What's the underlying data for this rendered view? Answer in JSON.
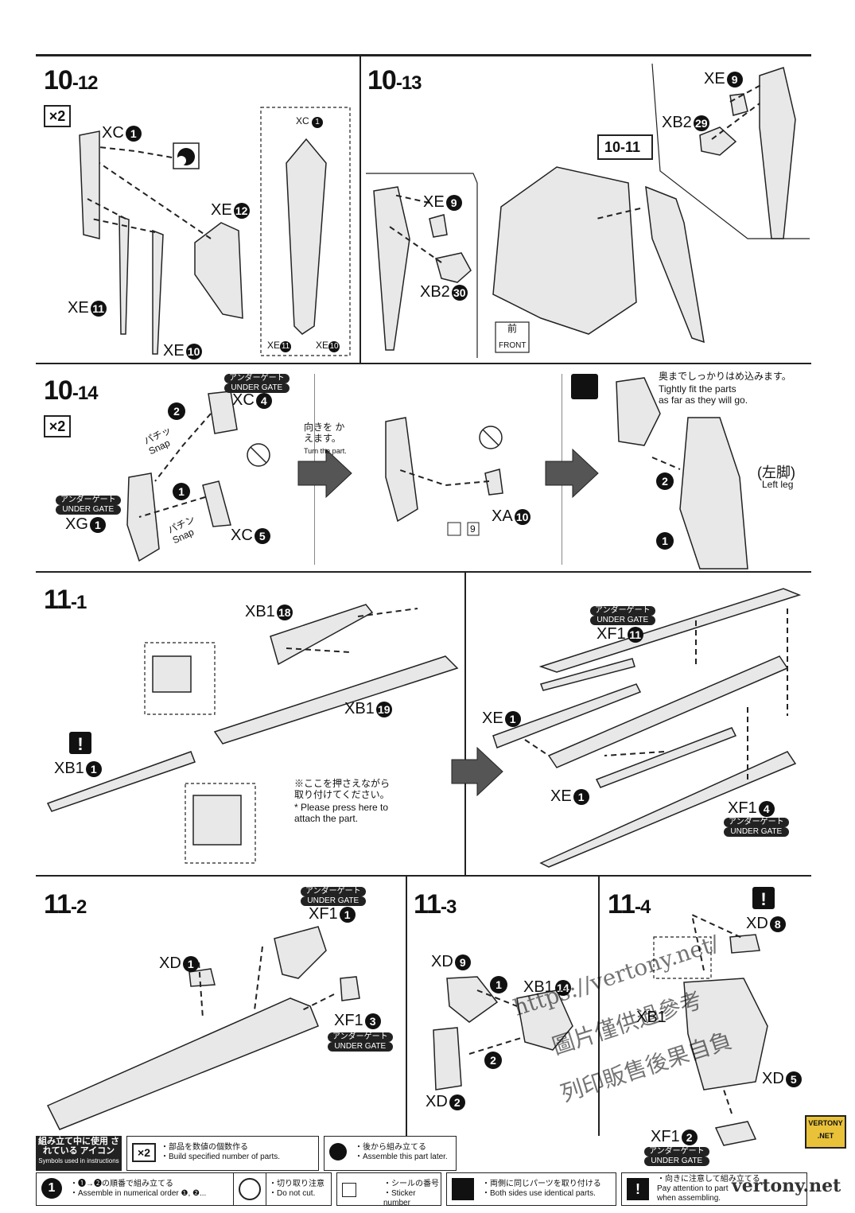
{
  "steps": {
    "s10_12": {
      "num": "10",
      "sub": "-12",
      "mult": "×2",
      "labels": {
        "xc1": "XC",
        "xe12": "XE",
        "xe11": "XE",
        "xe10": "XE",
        "inset_xc1": "XC",
        "inset_xe11": "XE",
        "inset_xe10": "XE"
      },
      "nums": {
        "xc1": "1",
        "xe12": "12",
        "xe11": "11",
        "xe10": "10"
      }
    },
    "s10_13": {
      "num": "10",
      "sub": "-13",
      "labels": {
        "xe9a": "XE",
        "xb230": "XB2",
        "xe9b": "XE",
        "xb229": "XB2",
        "ref": "10-11",
        "front_jp": "前",
        "front_en": "FRONT"
      },
      "nums": {
        "xe9": "9",
        "xb230": "30",
        "xb229": "29"
      }
    },
    "s10_14": {
      "num": "10",
      "sub": "-14",
      "mult": "×2",
      "labels": {
        "xc4": "XC",
        "xg1": "XG",
        "xc5": "XC",
        "xa10": "XA",
        "sticker": "9",
        "turn_jp": "向きを かえます。",
        "turn_en": "Turn the part.",
        "fit_jp": "奥までしっかりはめ込みます。",
        "fit_en1": "Tightly fit the parts",
        "fit_en2": "as far as they will go.",
        "leg_jp": "(左脚)",
        "leg_en": "Left leg",
        "snap_jp": "パチッ",
        "snap_jp2": "パチン",
        "snap_en": "Snap"
      },
      "nums": {
        "xc4": "4",
        "xg1": "1",
        "xc5": "5",
        "xa10": "10"
      }
    },
    "s11_1": {
      "num": "11",
      "sub": "-1",
      "labels": {
        "xb118": "XB1",
        "xb119": "XB1",
        "xb11": "XB1",
        "xe1a": "XE",
        "xe1b": "XE",
        "xf111": "XF1",
        "xf14": "XF1",
        "press_jp1": "※ここを押さえながら",
        "press_jp2": "取り付けてください。",
        "press_en1": "* Please press here to",
        "press_en2": "attach the part."
      },
      "nums": {
        "xb118": "18",
        "xb119": "19",
        "xb11": "1",
        "xe1": "1",
        "xf111": "11",
        "xf14": "4"
      }
    },
    "s11_2": {
      "num": "11",
      "sub": "-2",
      "labels": {
        "xd1": "XD",
        "xf11": "XF1",
        "xf13": "XF1"
      },
      "nums": {
        "xd1": "1",
        "xf11": "1",
        "xf13": "3"
      }
    },
    "s11_3": {
      "num": "11",
      "sub": "-3",
      "labels": {
        "xd9": "XD",
        "xb114": "XB1",
        "xd2": "XD"
      },
      "nums": {
        "xd9": "9",
        "xb114": "14",
        "xd2": "2"
      }
    },
    "s11_4": {
      "num": "11",
      "sub": "-4",
      "labels": {
        "xd8": "XD",
        "xb1": "XB1",
        "xd5": "XD",
        "xf12": "XF1"
      },
      "nums": {
        "xd8": "8",
        "xd5": "5",
        "xf12": "2"
      }
    }
  },
  "under_gate": {
    "jp": "アンダーゲート",
    "en": "UNDER GATE"
  },
  "legend": {
    "title_jp": "組み立て中に使用 されている アイコン",
    "title_en": "Symbols used in instructions",
    "mult_jp": "・部品を数値の個数作る",
    "mult_en": "・Build specified number of parts.",
    "later_jp": "・後から組み立てる",
    "later_en": "・Assemble this part later.",
    "order_jp": "・❶→❷の順番で組み立てる",
    "order_en": "・Assemble in numerical order ❶, ❷...",
    "cut_jp": "・切り取り注意",
    "cut_en": "・Do not cut.",
    "sticker_jp": "・シールの番号",
    "sticker_en": "・Sticker number",
    "sides_jp": "・両側に同じパーツを取り付ける",
    "sides_en": "・Both sides use identical parts.",
    "attn_jp": "・向きに注意して組み立てる",
    "attn_en1": "Pay attention to part",
    "attn_en2": "when assembling."
  },
  "watermark": {
    "line1": "https://vertony.net/",
    "line2": "圖片僅供過參考",
    "line3": "列印販售後果自負",
    "line4": "vertony.net"
  },
  "logo": {
    "top": "VERTONY",
    "bottom": ".NET"
  }
}
